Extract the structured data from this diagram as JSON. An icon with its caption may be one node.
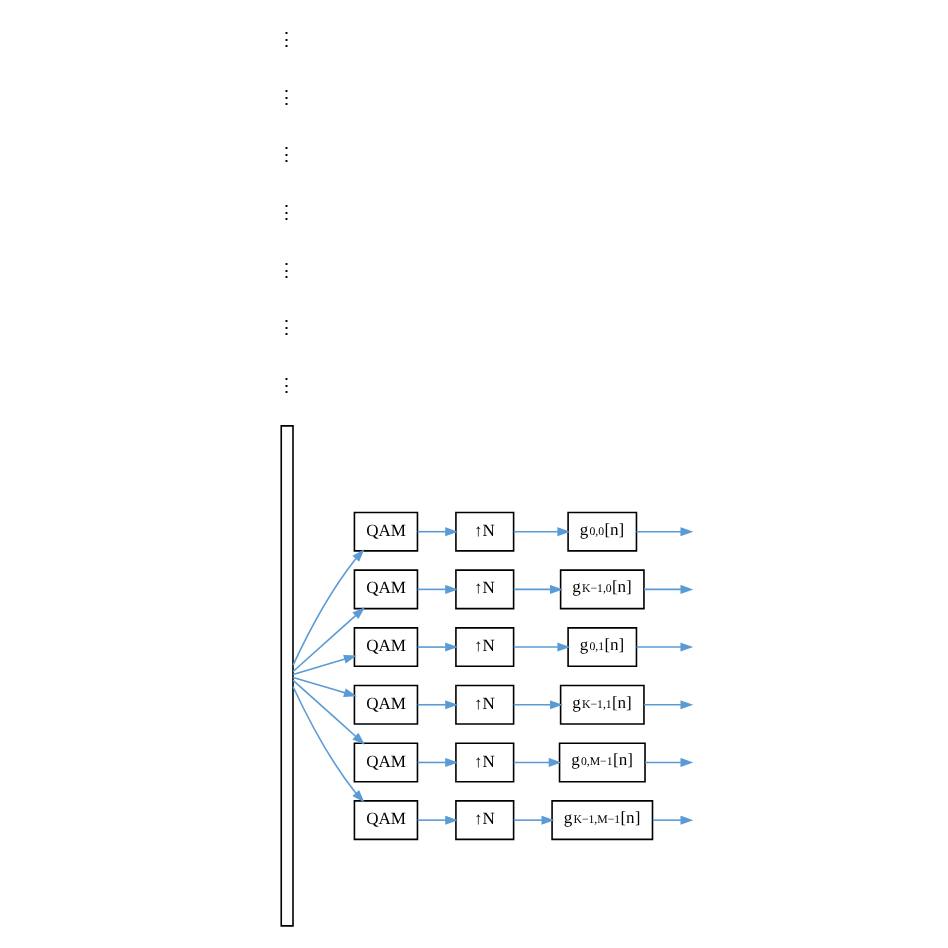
{
  "diagram": {
    "nodes": [
      {
        "text": [],
        "shape": "box"
      },
      {
        "text": [
          "QAM"
        ]
      },
      {
        "text": [
          "↑N"
        ]
      },
      {
        "text": [
          "g$_{0,0}$[n]"
        ]
      },
      {
        "text": [
          "QAM"
        ]
      },
      {
        "text": [
          "↑N"
        ]
      },
      {
        "text": [
          "g$_{K−1,0}$[n]"
        ]
      },
      {
        "text": [
          "QAM"
        ]
      },
      {
        "text": [
          "↑N"
        ]
      },
      {
        "text": [
          "g$_{0,1}$[n]"
        ]
      },
      {
        "text": [
          "QAM"
        ]
      },
      {
        "text": [
          "↑N"
        ]
      },
      {
        "text": [
          "g$_{K−1,1}$[n]"
        ]
      },
      {
        "text": [
          "QAM"
        ]
      },
      {
        "text": [
          "↑N"
        ]
      },
      {
        "text": [
          "g$_{0,M−1}$[n]"
        ]
      },
      {
        "text": [
          "QAM"
        ]
      },
      {
        "text": [
          "↑N"
        ]
      },
      {
        "text": [
          "g$_{K−1,M−1}$[n]"
        ]
      }
    ],
    "edges": [
      {
        "from": 0,
        "to": 1,
        "arrow": "to"
      },
      {
        "from": 1,
        "to": 2,
        "arrow": "to"
      },
      {
        "from": 2,
        "to": 3,
        "arrow": "to"
      },
      {
        "from": 3,
        "to": null,
        "arrow": "to"
      },
      {
        "from": 0,
        "to": 4,
        "arrow": "to"
      },
      {
        "from": 4,
        "to": 5,
        "arrow": "to"
      },
      {
        "from": 5,
        "to": 6,
        "arrow": "to"
      },
      {
        "from": 6,
        "to": null,
        "arrow": "to"
      },
      {
        "from": 0,
        "to": 7,
        "arrow": "to"
      },
      {
        "from": 7,
        "to": 8,
        "arrow": "to"
      },
      {
        "from": 8,
        "to": 9,
        "arrow": "to"
      },
      {
        "from": 9,
        "to": null,
        "arrow": "to"
      },
      {
        "from": 0,
        "to": 10,
        "arrow": "to"
      },
      {
        "from": 10,
        "to": 11,
        "arrow": "to"
      },
      {
        "from": 11,
        "to": 12,
        "arrow": "to"
      },
      {
        "from": 12,
        "to": null,
        "arrow": "to"
      },
      {
        "from": 0,
        "to": 13,
        "arrow": "to"
      },
      {
        "from": 13,
        "to": 14,
        "arrow": "to"
      },
      {
        "from": 14,
        "to": 15,
        "arrow": "to"
      },
      {
        "from": 15,
        "to": null,
        "arrow": "to"
      },
      {
        "from": 0,
        "to": 16,
        "arrow": "to"
      },
      {
        "from": 16,
        "to": 17,
        "arrow": "to"
      },
      {
        "from": 17,
        "to": 18,
        "arrow": "to"
      },
      {
        "from": 18,
        "to": null,
        "arrow": "to"
      }
    ],
    "labels": [
      "⋮",
      "⋮",
      "⋮",
      "⋮",
      "⋮",
      "⋮",
      "⋮"
    ]
  }
}
